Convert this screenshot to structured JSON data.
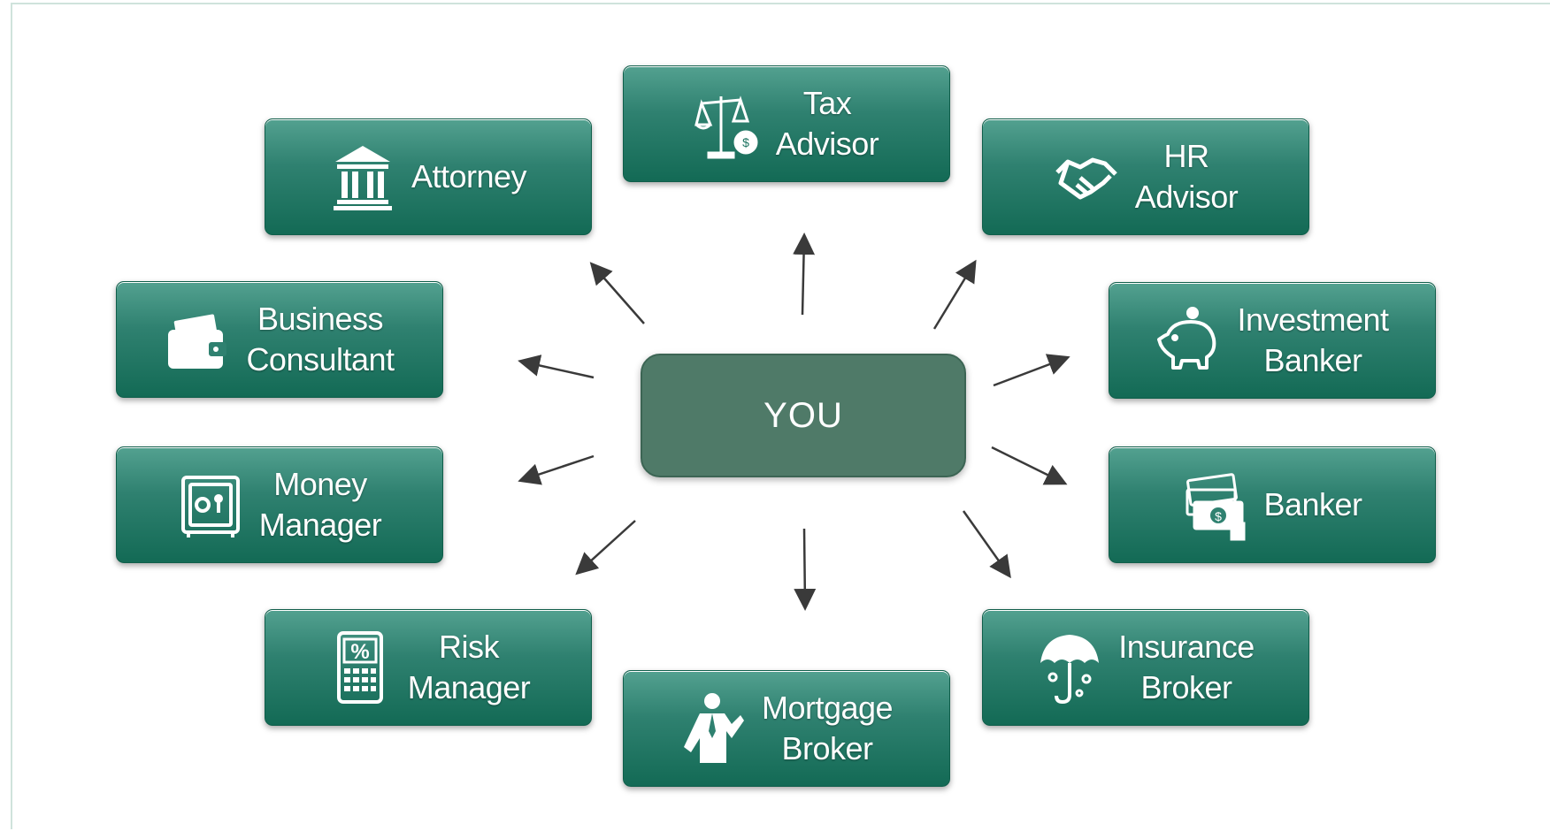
{
  "center": {
    "label": "YOU"
  },
  "colors": {
    "card_top": "#53a190",
    "card_bottom": "#136a55",
    "center": "#4f7a68",
    "arrow": "#3a3a3a"
  },
  "advisors": {
    "attorney": {
      "line1": "Attorney",
      "line2": "",
      "icon": "courthouse-icon"
    },
    "tax": {
      "line1": "Tax",
      "line2": "Advisor",
      "icon": "scales-icon"
    },
    "hr": {
      "line1": "HR",
      "line2": "Advisor",
      "icon": "handshake-icon"
    },
    "business": {
      "line1": "Business",
      "line2": "Consultant",
      "icon": "wallet-icon"
    },
    "investment": {
      "line1": "Investment",
      "line2": "Banker",
      "icon": "piggy-bank-icon"
    },
    "money": {
      "line1": "Money",
      "line2": "Manager",
      "icon": "safe-icon"
    },
    "banker": {
      "line1": "Banker",
      "line2": "",
      "icon": "cash-icon"
    },
    "risk": {
      "line1": "Risk",
      "line2": "Manager",
      "icon": "calculator-icon"
    },
    "mortgage": {
      "line1": "Mortgage",
      "line2": "Broker",
      "icon": "person-icon"
    },
    "insurance": {
      "line1": "Insurance",
      "line2": "Broker",
      "icon": "umbrella-icon"
    }
  }
}
